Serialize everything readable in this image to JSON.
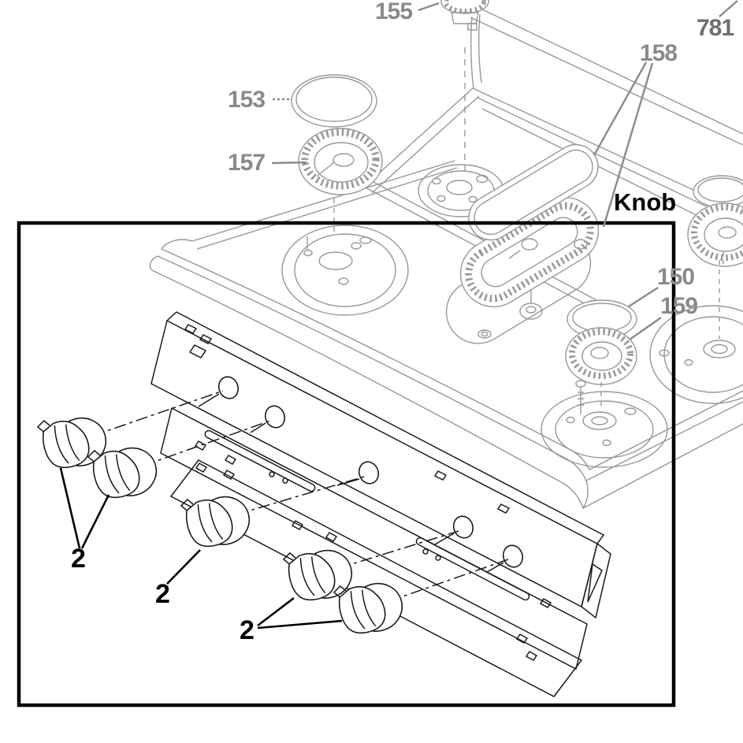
{
  "diagram": {
    "labels": {
      "part_155": "155",
      "part_153": "153",
      "part_157": "157",
      "part_158": "158",
      "part_781": "781",
      "part_150": "150",
      "part_159": "159",
      "knob": "Knob",
      "qty_left": "2",
      "qty_center": "2",
      "qty_right": "2"
    },
    "colors": {
      "background": "#ffffff",
      "art_gray": "#97979b",
      "art_black": "#1a1a1a",
      "label_gray": "#8a8a8a",
      "label_dark_gray": "#6e6e6e",
      "label_black": "#000000",
      "callout_box_border": "#000000"
    }
  }
}
